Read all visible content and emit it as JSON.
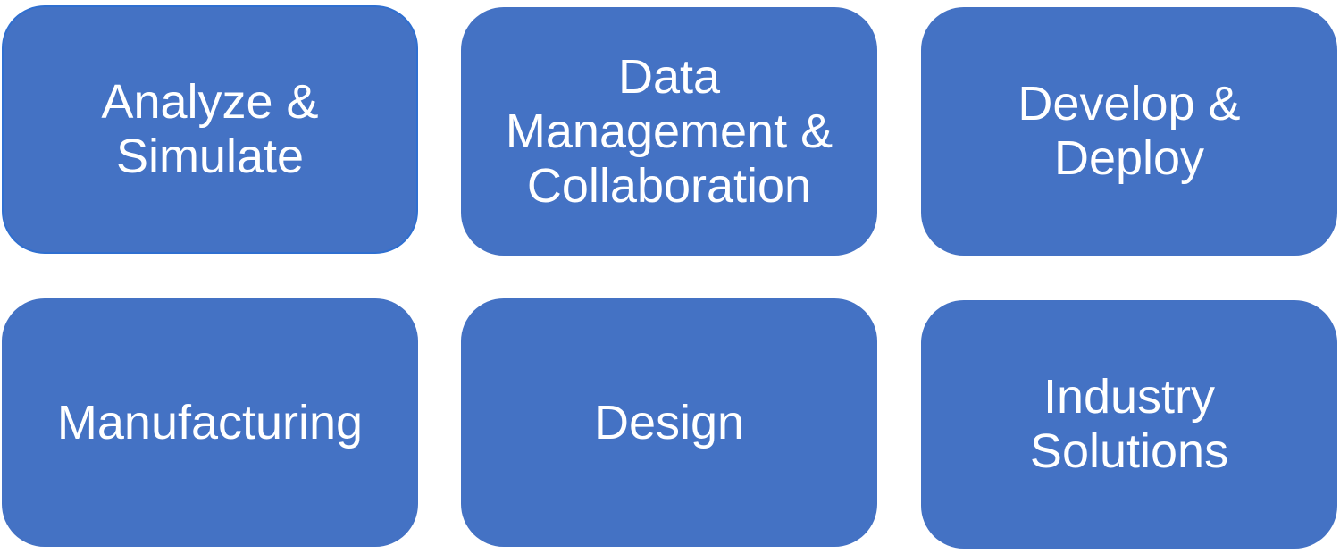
{
  "colors": {
    "tile_fill": "#4472c4",
    "tile_text": "#ffffff",
    "selected_outline": "#2f6fd0"
  },
  "tiles": [
    {
      "label": "Analyze &\nSimulate",
      "selected": true
    },
    {
      "label": "Data\nManagement &\nCollaboration",
      "selected": false
    },
    {
      "label": "Develop &\nDeploy",
      "selected": false
    },
    {
      "label": "Manufacturing",
      "selected": false
    },
    {
      "label": "Design",
      "selected": false
    },
    {
      "label": "Industry\nSolutions",
      "selected": false
    }
  ]
}
